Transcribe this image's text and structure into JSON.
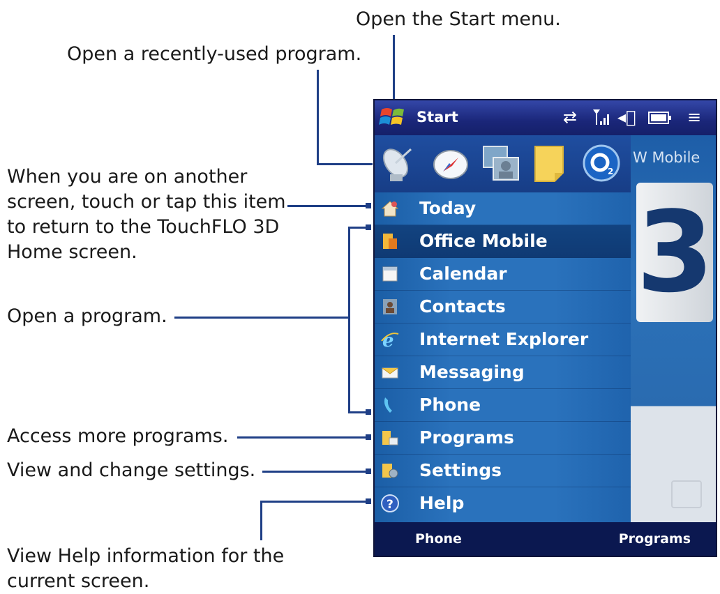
{
  "callouts": {
    "start_menu": "Open the Start menu.",
    "recent_program": "Open a recently-used program.",
    "today": [
      "When you are on another",
      "screen, touch or tap this item",
      "to return to the TouchFLO 3D",
      "Home screen."
    ],
    "open_program": "Open a program.",
    "more_programs": "Access more programs.",
    "settings": "View and change settings.",
    "help": [
      "View Help information for the",
      "current screen."
    ]
  },
  "phone": {
    "status_bar": {
      "title": "Start",
      "icons": [
        "windows-logo-icon",
        "connectivity-icon",
        "signal-icon",
        "volume-icon",
        "battery-icon",
        "menu-icon"
      ]
    },
    "home": {
      "operator_text": "W Mobile",
      "clock_digit": "3"
    },
    "recent_programs": [
      "satellite-icon",
      "compass-icon",
      "contacts-photo-icon",
      "notes-icon",
      "o2-icon"
    ],
    "menu_items": [
      {
        "label": "Today",
        "icon": "home-icon",
        "selected": false
      },
      {
        "label": "Office Mobile",
        "icon": "office-icon",
        "selected": true
      },
      {
        "label": "Calendar",
        "icon": "calendar-icon",
        "selected": false
      },
      {
        "label": "Contacts",
        "icon": "contacts-icon",
        "selected": false
      },
      {
        "label": "Internet Explorer",
        "icon": "ie-icon",
        "selected": false
      },
      {
        "label": "Messaging",
        "icon": "envelope-icon",
        "selected": false
      },
      {
        "label": "Phone",
        "icon": "phone-icon",
        "selected": false
      },
      {
        "label": "Programs",
        "icon": "folder-icon",
        "selected": false
      },
      {
        "label": "Settings",
        "icon": "settings-folder-icon",
        "selected": false
      },
      {
        "label": "Help",
        "icon": "help-icon",
        "selected": false
      }
    ],
    "softkeys": {
      "left": "Phone",
      "right": "Programs"
    }
  },
  "colors": {
    "callout_line": "#1f3f86",
    "menu_blue": "#2a72bc",
    "status_bar": "#1a2679",
    "softkey_bar": "#0b1850"
  }
}
